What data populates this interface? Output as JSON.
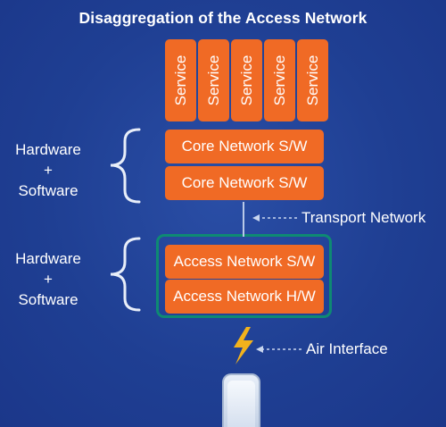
{
  "title": "Disaggregation of the Access Network",
  "services": [
    "Service",
    "Service",
    "Service",
    "Service",
    "Service"
  ],
  "core_layers": [
    "Core Network S/W",
    "Core Network S/W"
  ],
  "access_layers": [
    "Access Network S/W",
    "Access Network H/W"
  ],
  "side_groups": [
    {
      "line1": "Hardware",
      "line2": "+",
      "line3": "Software"
    },
    {
      "line1": "Hardware",
      "line2": "+",
      "line3": "Software"
    }
  ],
  "labels": {
    "transport": "Transport Network",
    "air": "Air Interface"
  },
  "colors": {
    "background": "#1f3f93",
    "box": "#f06a25",
    "access_frame": "#0e8a73",
    "bolt": "#f2b21c"
  },
  "icons": {
    "bolt": "lightning-bolt-icon",
    "device": "smartphone-icon"
  }
}
